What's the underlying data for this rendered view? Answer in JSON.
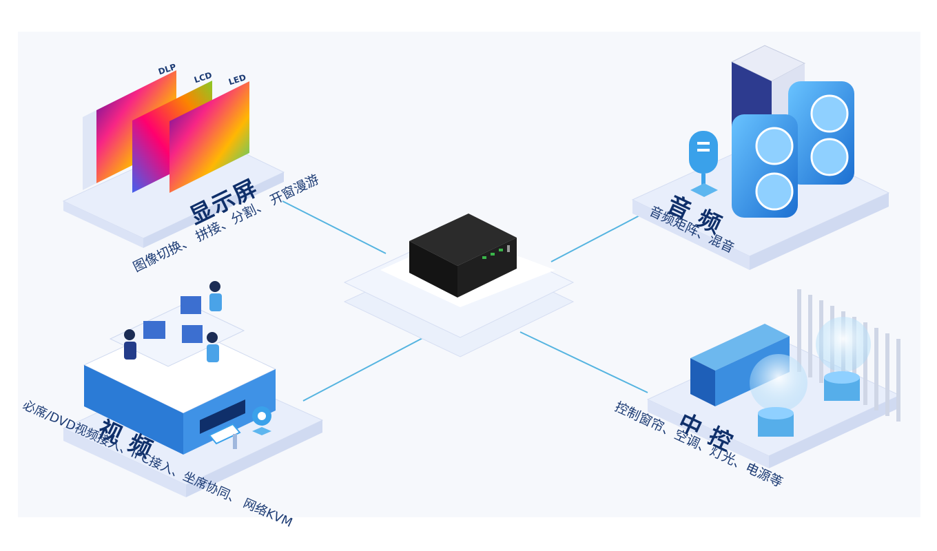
{
  "display": {
    "tags": [
      "DLP",
      "LCD",
      "LED"
    ],
    "title": "显示屏",
    "subtitle": "图像切换、 拼接、分割、 开窗漫游"
  },
  "audio": {
    "title": "音 频",
    "subtitle": "音频矩阵、混音"
  },
  "video": {
    "title": "视 频",
    "subtitle": "必席/DVD视频接入、IPC接入、坐席协同、 网络KVM"
  },
  "control": {
    "title": "中 控",
    "subtitle": "控制窗帘、空调、灯光、电源等"
  },
  "colors": {
    "platform": "#e8eefb",
    "platform_edge": "#d4ddf2",
    "line": "#55b4e0",
    "device": "#1f1f1f",
    "speaker": "#2b8fe0",
    "title": "#0f2f6a"
  }
}
